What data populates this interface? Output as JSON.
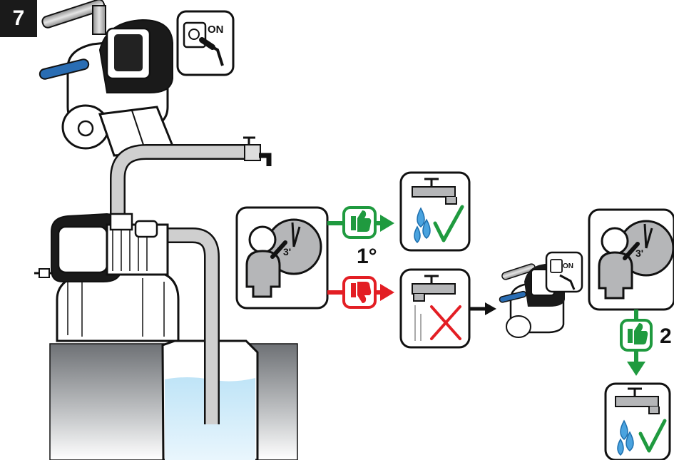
{
  "step": {
    "number": "7"
  },
  "power": {
    "label": "ON"
  },
  "timer": {
    "label": "3'"
  },
  "sequence": {
    "first": "1°",
    "second": "2"
  },
  "colors": {
    "ok_green": "#1f9a3f",
    "fail_red": "#e31e24",
    "water_blue": "#4aa3df",
    "pipe_gray": "#a9a9a9",
    "outline": "#111111",
    "ground_gray": "#7c7f83"
  },
  "icons": {
    "ok": "thumbs-up-icon",
    "fail": "thumbs-down-icon",
    "water": "water-drops-icon",
    "check": "checkmark-icon",
    "cross": "cross-icon",
    "timer": "stopwatch-icon",
    "plug": "power-plug-icon"
  }
}
